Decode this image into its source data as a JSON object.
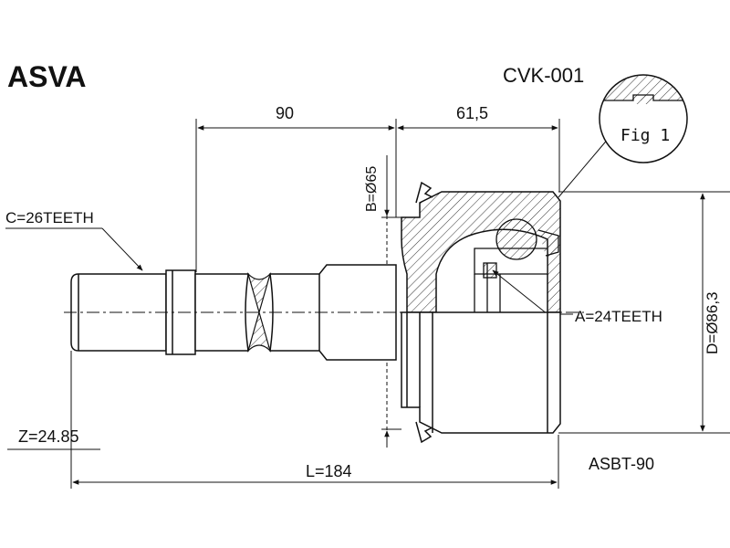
{
  "header": {
    "brand": "ASVA",
    "part_number": "CVK-001"
  },
  "dimensions": {
    "top_left": "90",
    "top_right": "61,5",
    "b_diameter": "B=Ø65",
    "c_teeth": "C=26TEETH",
    "a_teeth": "A=24TEETH",
    "d_diameter": "D=Ø86,3",
    "z_value": "Z=24.85",
    "length": "L=184",
    "boot": "ASBT-90"
  },
  "figure": {
    "label": "Fig 1"
  },
  "colors": {
    "line": "#111111",
    "hatch": "#333333",
    "background": "#ffffff"
  }
}
